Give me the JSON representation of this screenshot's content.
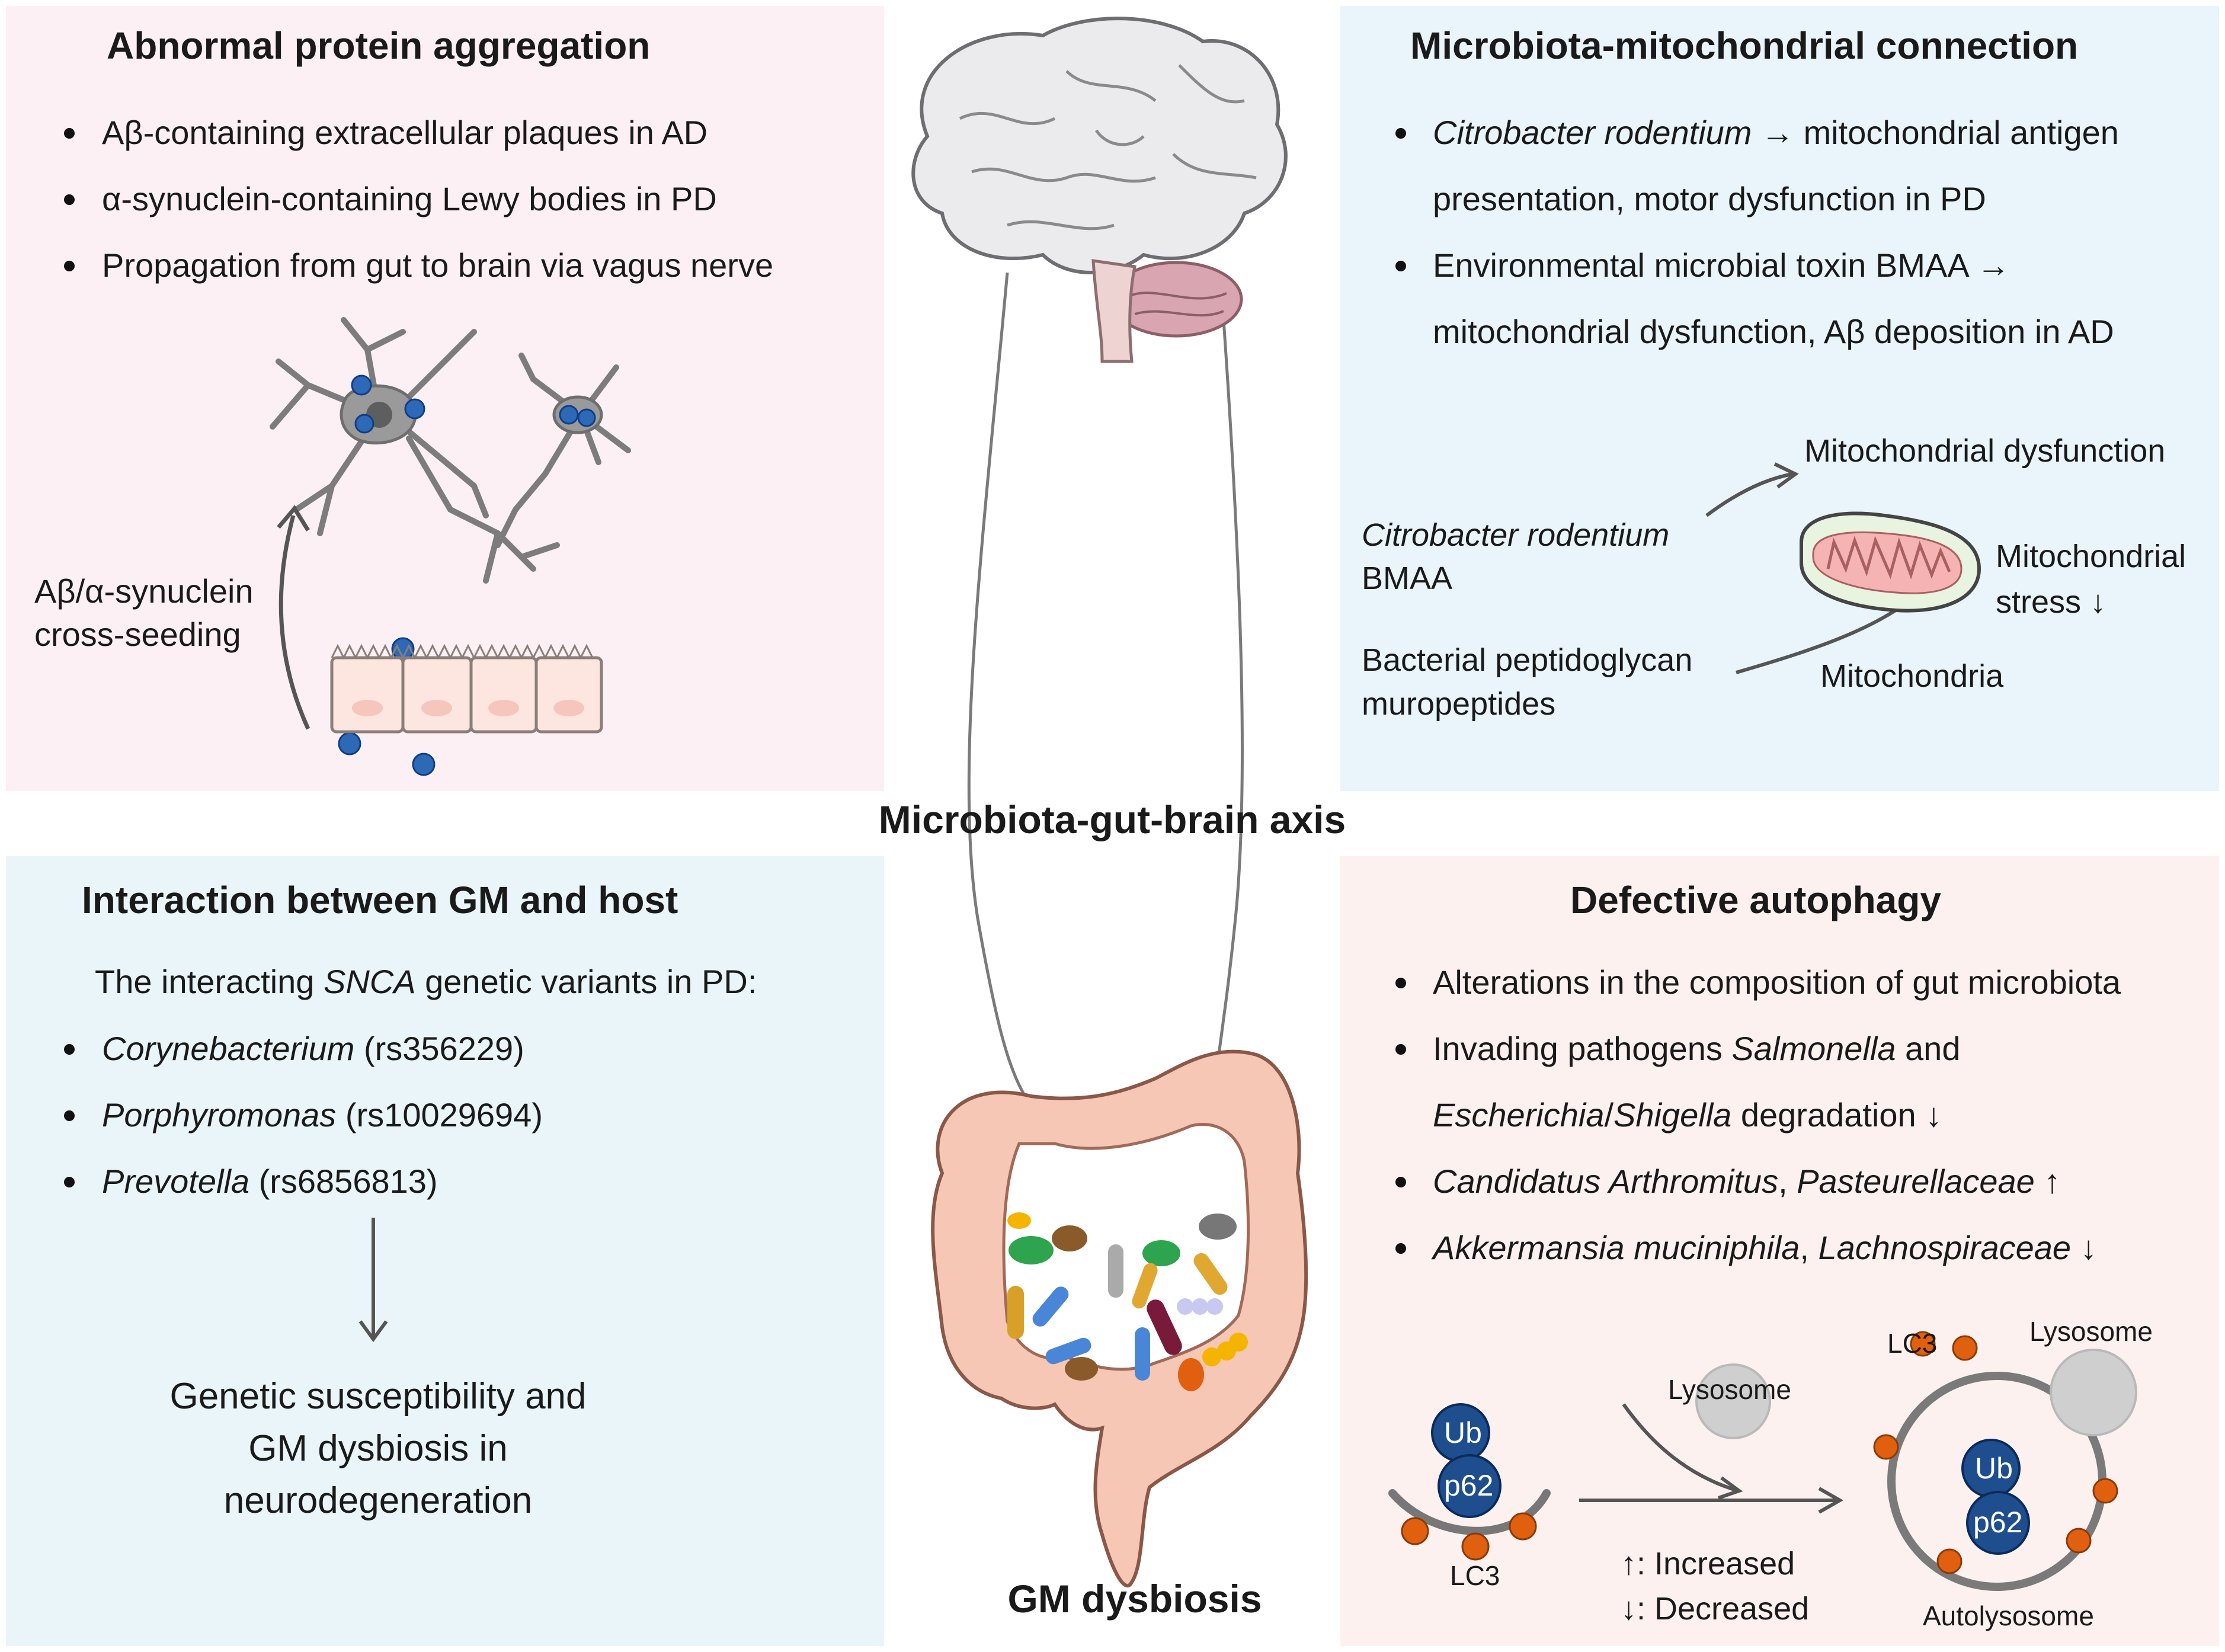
{
  "axis_title": "Microbiota-gut-brain axis",
  "gm_dysbiosis_title": "GM dysbiosis",
  "protein": {
    "title": "Abnormal protein aggregation",
    "bullets": [
      "Aβ-containing extracellular plaques in AD",
      "α-synuclein-containing Lewy bodies in PD",
      "Propagation from gut to brain via vagus nerve"
    ],
    "cross_seeding_1": "Aβ/α-synuclein",
    "cross_seeding_2": "cross-seeding"
  },
  "mito": {
    "title": "Microbiota-mitochondrial connection",
    "b1_species": "Citrobacter rodentium",
    "b1_rest": " → mitochondrial antigen",
    "b1_line2": "presentation, motor dysfunction in PD",
    "b2_line1": "Environmental microbial toxin BMAA →",
    "b2_line2": "mitochondrial dysfunction, Aβ deposition in AD",
    "dysfunction": "Mitochondrial dysfunction",
    "citro": "Citrobacter rodentium",
    "bmaa": "BMAA",
    "stress_1": "Mitochondrial",
    "stress_2": "stress ↓",
    "pepti_1": "Bacterial peptidoglycan",
    "pepti_2": "muropeptides",
    "mitochondria": "Mitochondria"
  },
  "gm": {
    "title": "Interaction between GM and host",
    "intro_pre": "The interacting ",
    "intro_gene": "SNCA",
    "intro_post": " genetic variants in PD:",
    "items": [
      {
        "genus": "Corynebacterium",
        "snp": " (rs356229)"
      },
      {
        "genus": "Porphyromonas",
        "snp": " (rs10029694)"
      },
      {
        "genus": "Prevotella",
        "snp": " (rs6856813)"
      }
    ],
    "result_1": "Genetic susceptibility and",
    "result_2": "GM dysbiosis in",
    "result_3": "neurodegeneration"
  },
  "auto": {
    "title": "Defective autophagy",
    "b1": "Alterations in the composition of gut microbiota",
    "b2_pre": "Invading pathogens ",
    "b2_sp": "Salmonella",
    "b2_post": " and",
    "b2_l2_sp1": "Escherichia",
    "b2_l2_sep": "/",
    "b2_l2_sp2": "Shigella",
    "b2_l2_post": " degradation ↓",
    "b3_sp1": "Candidatus Arthromitus",
    "b3_sep": ", ",
    "b3_sp2": "Pasteurellaceae",
    "b3_post": " ↑",
    "b4_sp1": "Akkermansia muciniphila",
    "b4_sep": ", ",
    "b4_sp2": "Lachnospiraceae",
    "b4_post": " ↓",
    "ub": "Ub",
    "p62": "p62",
    "lc3": "LC3",
    "lysosome": "Lysosome",
    "increased": "↑: Increased",
    "decreased": "↓: Decreased",
    "autolysosome": "Autolysosome"
  }
}
